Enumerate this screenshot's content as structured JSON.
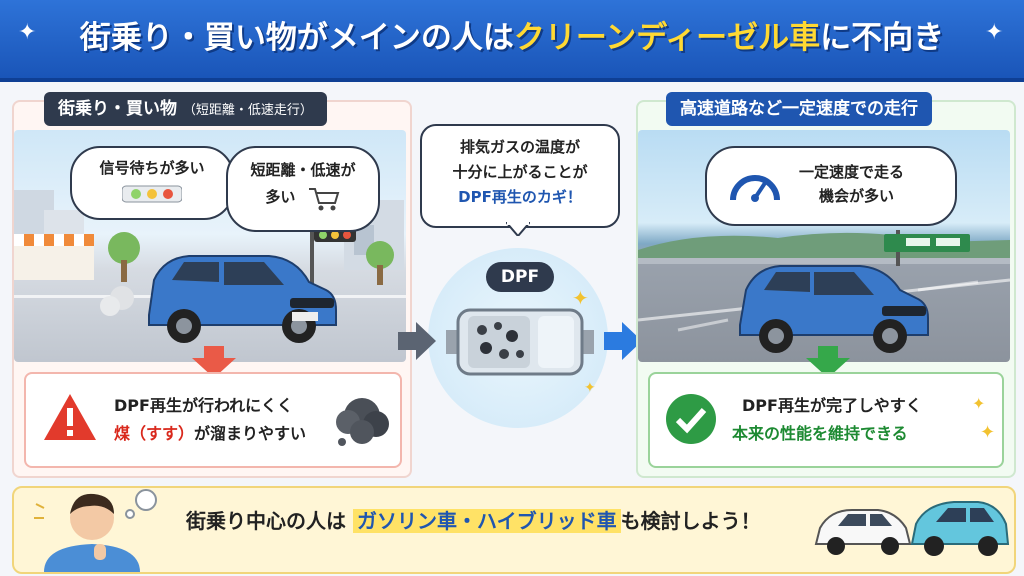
{
  "header": {
    "title_part1": "街乗り・買い物がメインの人は",
    "title_part2": "クリーンディーゼル車",
    "title_part3": "に不向き"
  },
  "left_panel": {
    "tag_main": "街乗り・買い物",
    "tag_sub": "（短距離・低速走行）",
    "bubble1": "信号待ちが多い",
    "bubble2_line1": "短距離・低速が",
    "bubble2_line2": "多い",
    "warn_line1": "DPF再生が行われにくく",
    "warn_line2_red": "煤（すす）",
    "warn_line2_rest": "が溜まりやすい"
  },
  "center": {
    "bubble_line1": "排気ガスの温度が",
    "bubble_line2": "十分に上がることが",
    "bubble_line3_key": "DPF再生のカギ！",
    "dpf_label": "DPF"
  },
  "right_panel": {
    "tag": "高速道路など一定速度での走行",
    "bubble_line1": "一定速度で走る",
    "bubble_line2": "機会が多い",
    "ok_line1": "DPF再生が完了しやすく",
    "ok_line2": "本来の性能を維持できる"
  },
  "bottom": {
    "text_before": "街乗り中心の人は",
    "text_highlight": "ガソリン車・ハイブリッド車",
    "text_after": "も検討しよう！"
  },
  "colors": {
    "header_blue": "#1f56b0",
    "highlight_yellow": "#ffd933",
    "warning_red": "#d9281c",
    "ok_green": "#1d8a32",
    "car_blue": "#3a78c9"
  },
  "icons": [
    "traffic-light-icon",
    "shopping-cart-icon",
    "speedometer-icon",
    "warning-icon",
    "check-icon",
    "sparkle-icon",
    "arrow-right-icon",
    "arrow-down-icon",
    "thinking-person-icon"
  ]
}
